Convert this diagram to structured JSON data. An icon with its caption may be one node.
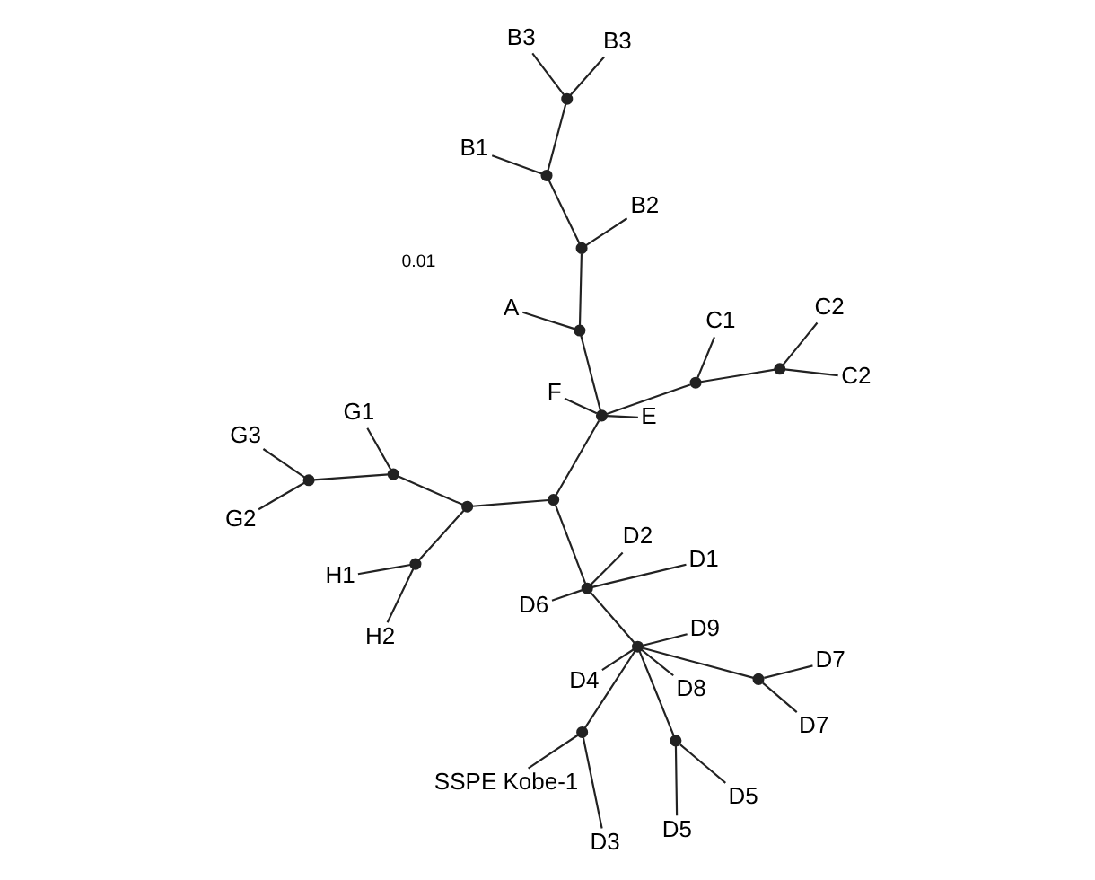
{
  "diagram": {
    "nodes": [
      {
        "text": [
          "SSPE Kobe-1"
        ]
      },
      {
        "text": [
          "D7"
        ]
      },
      {
        "text": [
          "D6"
        ]
      },
      {
        "text": [
          "D4"
        ]
      },
      {
        "text": [
          "D9"
        ]
      },
      {
        "text": [
          "H1"
        ]
      },
      {
        "text": [
          "D3"
        ]
      },
      {
        "text": [
          "D5"
        ]
      },
      {
        "text": [
          "D8"
        ]
      },
      {
        "text": [
          "D1"
        ]
      },
      {
        "text": [
          "D2"
        ]
      },
      {
        "text": [
          "D5"
        ]
      },
      {
        "text": [
          "D7"
        ]
      },
      {
        "text": [
          "H2"
        ]
      },
      {
        "text": [
          "F"
        ]
      },
      {
        "text": [
          "E"
        ]
      },
      {
        "text": [
          "G2"
        ]
      },
      {
        "text": [
          "C1"
        ]
      },
      {
        "text": [
          "A"
        ]
      },
      {
        "text": [
          "G3"
        ]
      },
      {
        "text": [
          "B3"
        ]
      },
      {
        "text": [
          "B1"
        ]
      },
      {
        "text": [
          "G1"
        ]
      },
      {
        "text": [
          "B3"
        ]
      },
      {
        "text": [
          "B2"
        ]
      },
      {
        "text": [
          "C2"
        ]
      },
      {
        "text": [
          "C2"
        ]
      },
      {
        "text": [],
        "shape": "point"
      },
      {
        "text": [],
        "shape": "point"
      },
      {
        "text": [],
        "shape": "point"
      },
      {
        "text": [],
        "shape": "point"
      },
      {
        "text": [],
        "shape": "point"
      },
      {
        "text": [],
        "shape": "point"
      },
      {
        "text": [],
        "shape": "point"
      },
      {
        "text": [],
        "shape": "point"
      },
      {
        "text": [],
        "shape": "point"
      },
      {
        "text": [],
        "shape": "point"
      },
      {
        "text": [],
        "shape": "point"
      },
      {
        "text": [],
        "shape": "point"
      },
      {
        "text": [],
        "shape": "point"
      },
      {
        "text": [],
        "shape": "point"
      },
      {
        "text": [],
        "shape": "point"
      },
      {
        "text": [],
        "shape": "point"
      },
      {
        "text": [],
        "shape": "point"
      }
    ],
    "edges": [
      {
        "from": 27,
        "to": 0,
        "arrow": "none"
      },
      {
        "from": 27,
        "to": 6,
        "arrow": "none"
      },
      {
        "from": 27,
        "to": 30,
        "arrow": "none"
      },
      {
        "from": 30,
        "to": 3,
        "arrow": "none"
      },
      {
        "from": 30,
        "to": 4,
        "arrow": "none"
      },
      {
        "from": 30,
        "to": 28,
        "arrow": "none"
      },
      {
        "from": 28,
        "to": 7,
        "arrow": "none"
      },
      {
        "from": 28,
        "to": 11,
        "arrow": "none"
      },
      {
        "from": 30,
        "to": 8,
        "arrow": "none"
      },
      {
        "from": 30,
        "to": 29,
        "arrow": "none"
      },
      {
        "from": 29,
        "to": 1,
        "arrow": "none"
      },
      {
        "from": 29,
        "to": 12,
        "arrow": "none"
      },
      {
        "from": 30,
        "to": 31,
        "arrow": "none"
      },
      {
        "from": 31,
        "to": 9,
        "arrow": "none"
      },
      {
        "from": 31,
        "to": 2,
        "arrow": "none"
      },
      {
        "from": 31,
        "to": 10,
        "arrow": "none"
      },
      {
        "from": 31,
        "to": 33,
        "arrow": "none"
      },
      {
        "from": 33,
        "to": 35,
        "arrow": "none"
      },
      {
        "from": 35,
        "to": 32,
        "arrow": "none"
      },
      {
        "from": 32,
        "to": 5,
        "arrow": "none"
      },
      {
        "from": 32,
        "to": 13,
        "arrow": "none"
      },
      {
        "from": 35,
        "to": 37,
        "arrow": "none"
      },
      {
        "from": 37,
        "to": 22,
        "arrow": "none"
      },
      {
        "from": 37,
        "to": 39,
        "arrow": "none"
      },
      {
        "from": 39,
        "to": 16,
        "arrow": "none"
      },
      {
        "from": 39,
        "to": 19,
        "arrow": "none"
      },
      {
        "from": 33,
        "to": 34,
        "arrow": "none"
      },
      {
        "from": 34,
        "to": 14,
        "arrow": "none"
      },
      {
        "from": 34,
        "to": 15,
        "arrow": "none"
      },
      {
        "from": 34,
        "to": 38,
        "arrow": "none"
      },
      {
        "from": 38,
        "to": 17,
        "arrow": "none"
      },
      {
        "from": 38,
        "to": 43,
        "arrow": "none"
      },
      {
        "from": 43,
        "to": 25,
        "arrow": "none"
      },
      {
        "from": 43,
        "to": 26,
        "arrow": "none"
      },
      {
        "from": 34,
        "to": 36,
        "arrow": "none"
      },
      {
        "from": 36,
        "to": 18,
        "arrow": "none"
      },
      {
        "from": 36,
        "to": 40,
        "arrow": "none"
      },
      {
        "from": 40,
        "to": 24,
        "arrow": "none"
      },
      {
        "from": 40,
        "to": 41,
        "arrow": "none"
      },
      {
        "from": 41,
        "to": 21,
        "arrow": "none"
      },
      {
        "from": 41,
        "to": 42,
        "arrow": "none"
      },
      {
        "from": 42,
        "to": 20,
        "arrow": "none"
      },
      {
        "from": 42,
        "to": 23,
        "arrow": "none"
      }
    ],
    "labels": [
      "0.01"
    ]
  }
}
